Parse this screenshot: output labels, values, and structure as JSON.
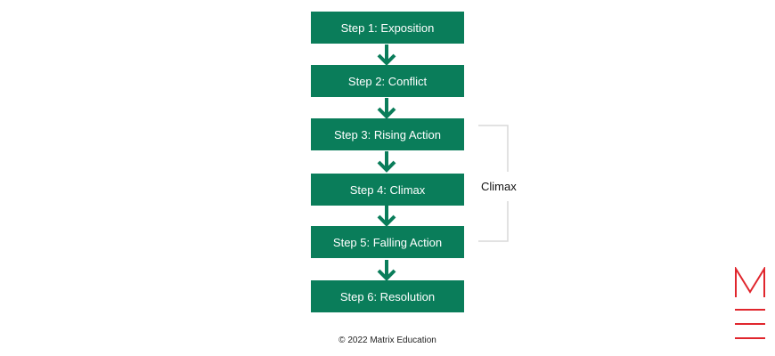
{
  "diagram": {
    "steps": [
      "Step 1: Exposition",
      "Step 2: Conflict",
      "Step 3: Rising Action",
      "Step 4: Climax",
      "Step 5: Falling Action",
      "Step 6: Resolution"
    ],
    "bracket_label": "Climax"
  },
  "footer": {
    "copyright": "© 2022 Matrix Education"
  },
  "logo": {
    "name": "matrix-education-logo",
    "text": "M"
  },
  "colors": {
    "step_fill": "#0a7d5a",
    "arrow": "#0a7d5a",
    "step_text": "#ffffff",
    "bracket": "#d9d9d9",
    "logo": "#e0262d"
  }
}
